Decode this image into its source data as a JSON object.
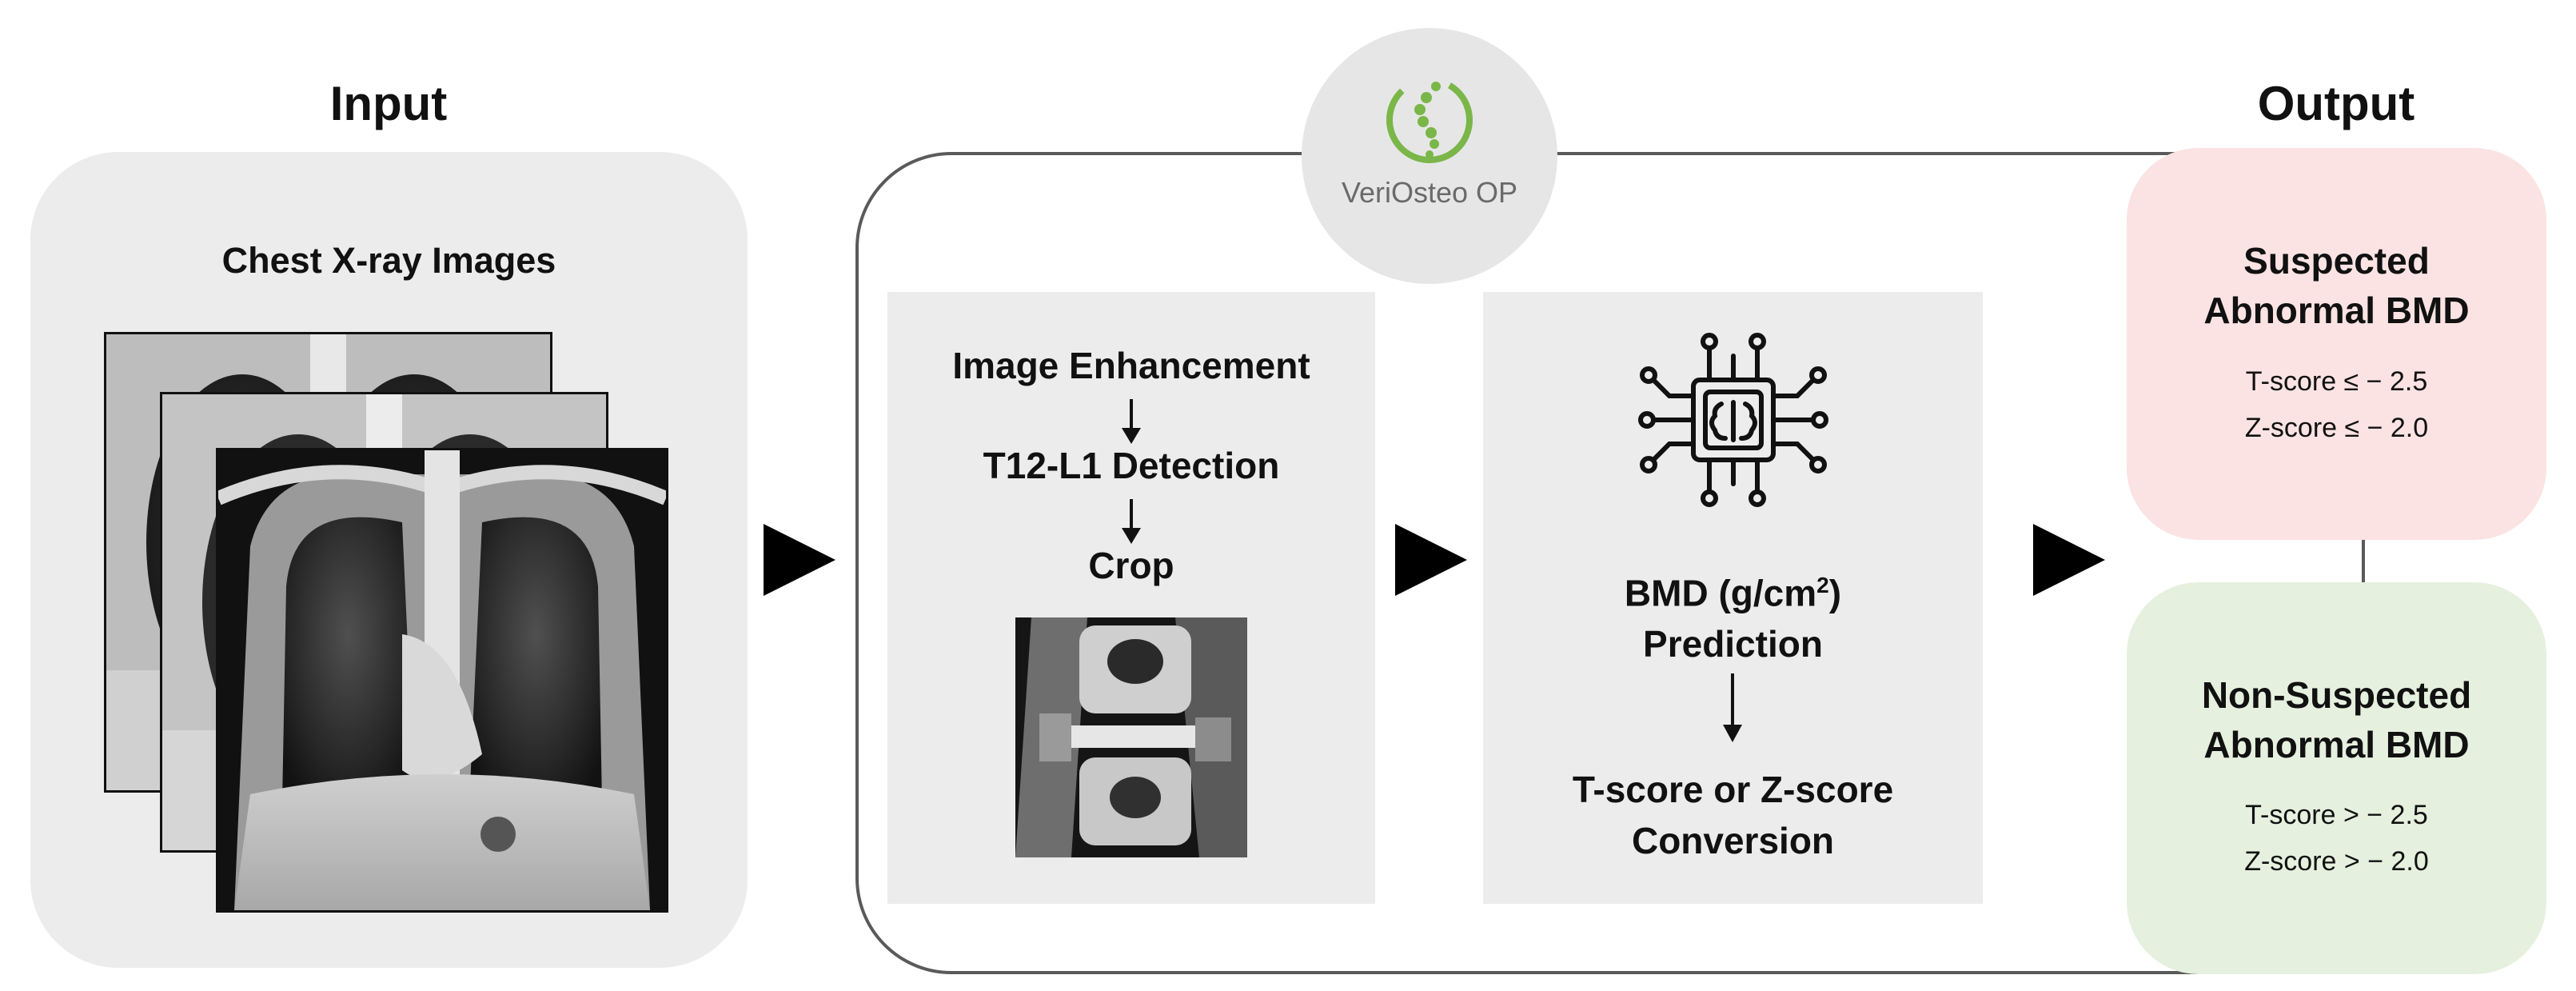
{
  "input": {
    "title": "Input",
    "subtitle": "Chest X-ray Images"
  },
  "logo": {
    "icon": "spine-logo-icon",
    "text": "VeriOsteo OP",
    "brand_color": "#7ab648"
  },
  "pipeline": {
    "step1": {
      "items": [
        "Image Enhancement",
        "T12-L1 Detection",
        "Crop"
      ]
    },
    "step2": {
      "icon": "ai-chip-brain-icon",
      "prediction_prefix": "BMD (g/cm",
      "prediction_sup": "2",
      "prediction_suffix": ")",
      "prediction_line2": "Prediction",
      "conversion_line1": "T-score or Z-score",
      "conversion_line2": "Conversion"
    }
  },
  "output": {
    "title": "Output",
    "suspected": {
      "title_line1": "Suspected",
      "title_line2": "Abnormal  BMD",
      "t_score": "T-score ≤  − 2.5",
      "z_score": "Z-score ≤  − 2.0",
      "color": "#fbe3e3"
    },
    "non_suspected": {
      "title_line1": "Non-Suspected",
      "title_line2": "Abnormal  BMD",
      "t_score": "T-score >  − 2.5",
      "z_score": "Z-score >  − 2.0",
      "color": "#e5f0de"
    }
  }
}
